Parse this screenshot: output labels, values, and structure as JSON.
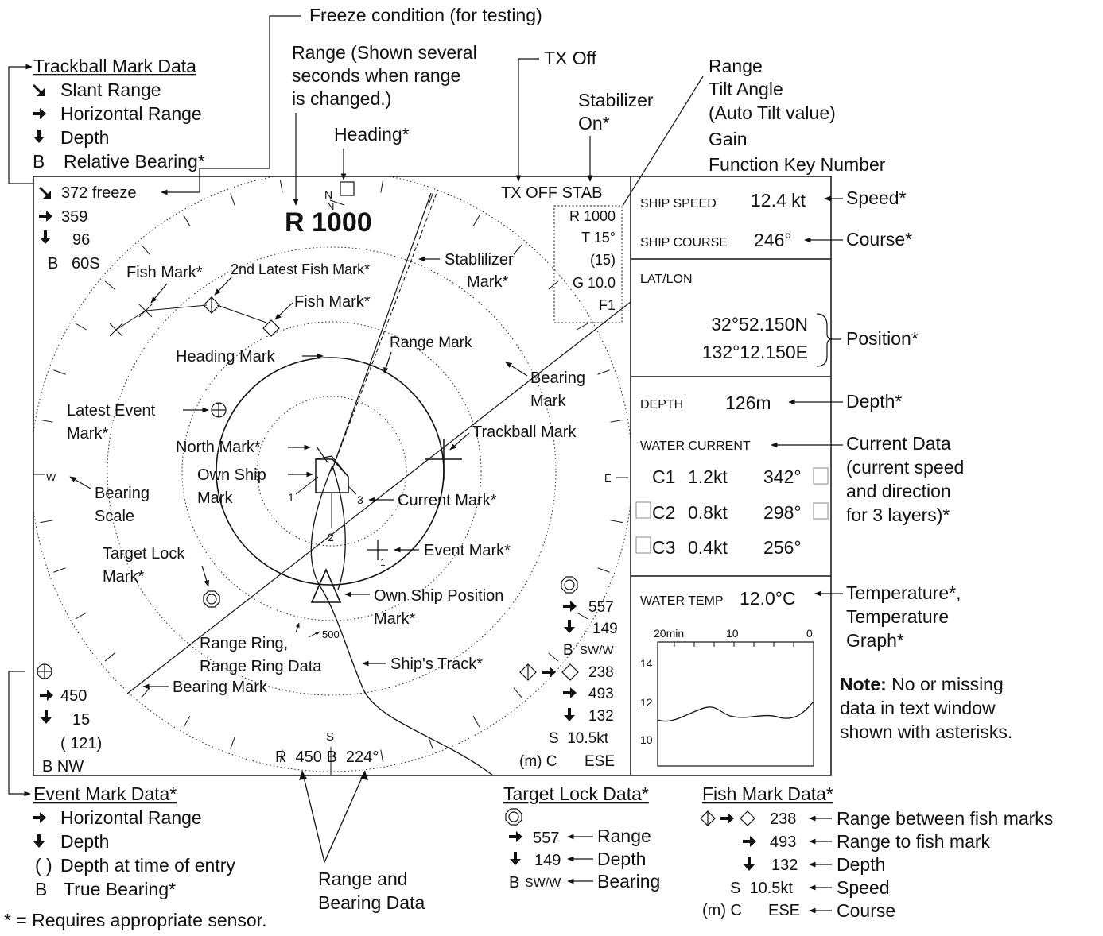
{
  "top": {
    "freeze_condition": "Freeze condition (for testing)",
    "tx_off": "TX Off",
    "range_note": [
      "Range (Shown several",
      "seconds when range",
      "is changed.)"
    ],
    "heading": "Heading*",
    "stabilizer_on": [
      "Stabilizer",
      "On*"
    ],
    "range_tilt_block": [
      "Range",
      "Tilt Angle",
      "(Auto Tilt value)",
      "Gain",
      "Function Key Number"
    ]
  },
  "trackball_legend": {
    "title": "Trackball Mark Data",
    "items": [
      {
        "icon": "slant-arrow-icon",
        "label": "Slant Range"
      },
      {
        "icon": "right-arrow-icon",
        "label": "Horizontal Range"
      },
      {
        "icon": "down-arrow-icon",
        "label": "Depth"
      },
      {
        "sym": "B",
        "label": "Relative Bearing*"
      }
    ]
  },
  "screen": {
    "trackball_values": {
      "slant": "372 freeze",
      "horizontal": "359",
      "depth": "96",
      "bearing": "B   60S"
    },
    "range_big": "R 1000",
    "north_letters": [
      "N",
      "N"
    ],
    "tx_status": "TX OFF STAB",
    "param_box": [
      "R 1000",
      "T 15°",
      "(15)",
      "G 10.0",
      "F1"
    ],
    "bearing_scale": {
      "w": "W",
      "e": "E",
      "s": "S"
    },
    "ring_data": "500",
    "own_ship_numbers": [
      "1",
      "2",
      "3"
    ],
    "event_mark_sub": "1",
    "event_values": {
      "horizontal": "450",
      "depth": "15",
      "entry_depth": "( 121)",
      "bearing": "B NW"
    },
    "range_bearing_readout": "R  450 B  224°",
    "target_lock_values": {
      "range": "557",
      "depth": "149",
      "bearing_b": "B",
      "bearing": "SW/W"
    },
    "fish_values": {
      "between": "238",
      "range": "493",
      "depth": "132",
      "speed": "S  10.5kt",
      "course_m": "(m) C",
      "course": "ESE"
    }
  },
  "inner_labels": {
    "fish_mark_1": "Fish Mark*",
    "second_latest_fish_mark": "2nd Latest Fish Mark*",
    "stabilizer_mark": [
      "Stablilizer",
      "Mark*"
    ],
    "fish_mark_2": "Fish Mark*",
    "heading_mark": "Heading Mark",
    "range_mark": "Range Mark",
    "bearing_mark_right": [
      "Bearing",
      "Mark"
    ],
    "latest_event_mark": [
      "Latest Event",
      "Mark*"
    ],
    "trackball_mark": "Trackball Mark",
    "north_mark": "North Mark*",
    "own_ship_mark": [
      "Own Ship",
      "Mark"
    ],
    "current_mark": "Current Mark*",
    "bearing_scale": [
      "Bearing",
      "Scale"
    ],
    "event_mark": "Event Mark*",
    "target_lock_mark": [
      "Target Lock",
      "Mark*"
    ],
    "own_ship_position_mark": [
      "Own Ship Position",
      "Mark*"
    ],
    "range_ring": [
      "Range Ring,",
      "Range Ring Data"
    ],
    "ships_track": "Ship's Track*",
    "bearing_mark_left": "Bearing Mark"
  },
  "data_panel": {
    "ship_speed_label": "SHIP SPEED",
    "ship_speed_value": "12.4 kt",
    "ship_course_label": "SHIP COURSE",
    "ship_course_value": "246°",
    "latlon_label": "LAT/LON",
    "lat": "32°52.150N",
    "lon": "132°12.150E",
    "depth_label": "DEPTH",
    "depth_value": "126m",
    "water_current_label": "WATER CURRENT",
    "currents": [
      {
        "layer": "C1",
        "speed": "1.2kt",
        "dir": "342°"
      },
      {
        "layer": "C2",
        "speed": "0.8kt",
        "dir": "298°"
      },
      {
        "layer": "C3",
        "speed": "0.4kt",
        "dir": "256°"
      }
    ],
    "water_temp_label": "WATER TEMP",
    "water_temp_value": "12.0°C",
    "graph_x_ticks": [
      "20min",
      "10",
      "0"
    ],
    "graph_y_ticks": [
      "14",
      "12",
      "10"
    ]
  },
  "callouts": {
    "speed": "Speed*",
    "course": "Course*",
    "position": "Position*",
    "depth": "Depth*",
    "current_data": [
      "Current Data",
      "(current speed",
      "and direction",
      "for 3 layers)*"
    ],
    "temperature": [
      "Temperature*,",
      "Temperature",
      "Graph*"
    ],
    "note_bold": "Note:",
    "note_rest": " No or missing",
    "note_lines": [
      "data in text window",
      "shown with asterisks."
    ]
  },
  "event_legend": {
    "title": "Event Mark Data*",
    "items": [
      {
        "icon": "right-arrow-icon",
        "label": "Horizontal Range"
      },
      {
        "icon": "down-arrow-icon",
        "label": "Depth"
      },
      {
        "sym": "( )",
        "label": "Depth at time of entry"
      },
      {
        "sym": "B",
        "label": "True Bearing*"
      }
    ]
  },
  "range_bearing_data": [
    "Range and",
    "Bearing Data"
  ],
  "target_lock_legend": {
    "title": "Target Lock Data*",
    "range": "557",
    "depth": "149",
    "bearing_b": "B",
    "bearing": "SW/W",
    "range_label": "Range",
    "depth_label": "Depth",
    "bearing_label": "Bearing"
  },
  "fish_legend": {
    "title": "Fish Mark Data*",
    "between": "238",
    "range": "493",
    "depth": "132",
    "speed": "S  10.5kt",
    "course_m": "(m) C",
    "course": "ESE",
    "labels": [
      "Range between fish marks",
      "Range to fish mark",
      "Depth",
      "Speed",
      "Course"
    ]
  },
  "footnote": "* = Requires appropriate sensor.",
  "temperature_graph": {
    "x_label_min": "20min",
    "series_shape": "wavy line between 11 and 12 °C"
  }
}
